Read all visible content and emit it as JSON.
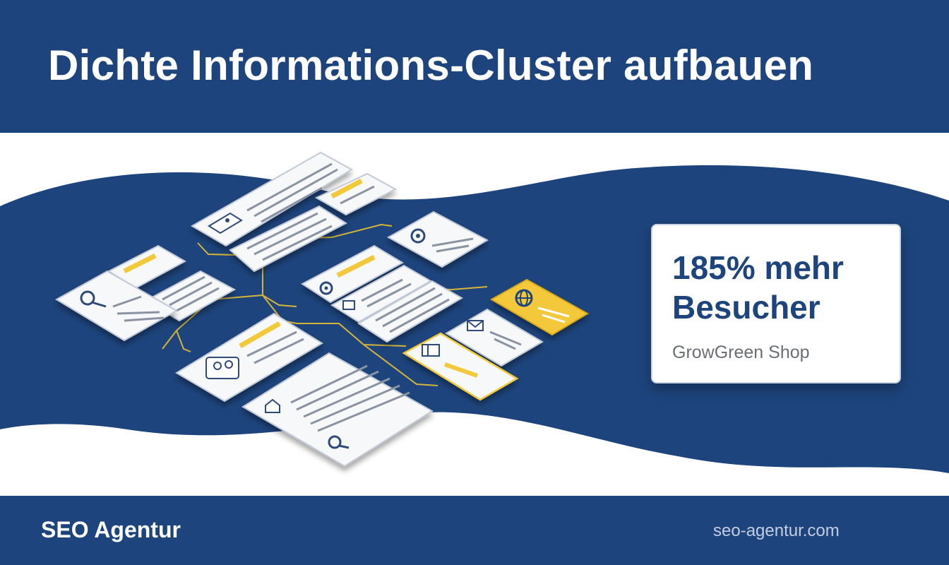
{
  "header": {
    "title": "Dichte Informations-Cluster aufbauen"
  },
  "stat": {
    "value": "185% mehr Besucher",
    "client": "GrowGreen Shop"
  },
  "footer": {
    "brand": "SEO Agentur",
    "url": "seo-agentur.com"
  },
  "illustration": {
    "icons": [
      "image-icon",
      "search-icon",
      "gear-icon",
      "document-icon",
      "people-icon",
      "mail-icon",
      "globe-icon",
      "layout-icon",
      "home-icon"
    ]
  },
  "colors": {
    "navy": "#1d447c",
    "accent_yellow": "#f3c93a",
    "card_white": "#f7f8fa",
    "text_gray": "#6a6f76"
  }
}
